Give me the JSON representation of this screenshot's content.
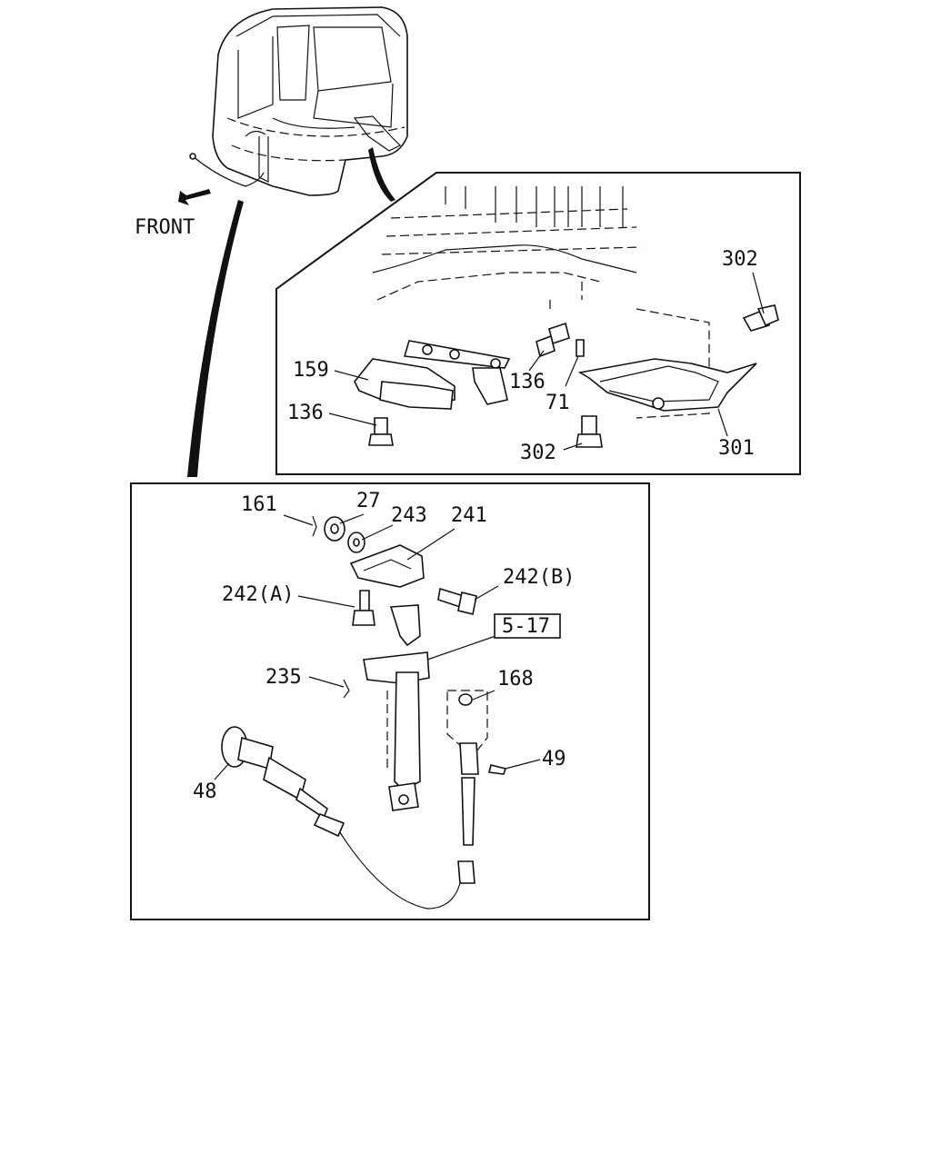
{
  "overview": {
    "front_label": "FRONT"
  },
  "detail_upper": {
    "callouts": [
      "302",
      "159",
      "136",
      "71",
      "136",
      "302",
      "301"
    ]
  },
  "detail_lower": {
    "callouts": [
      "161",
      "27",
      "243",
      "241",
      "242(A)",
      "242(B)",
      "235",
      "168",
      "49",
      "48"
    ],
    "reference_box": "5-17"
  }
}
